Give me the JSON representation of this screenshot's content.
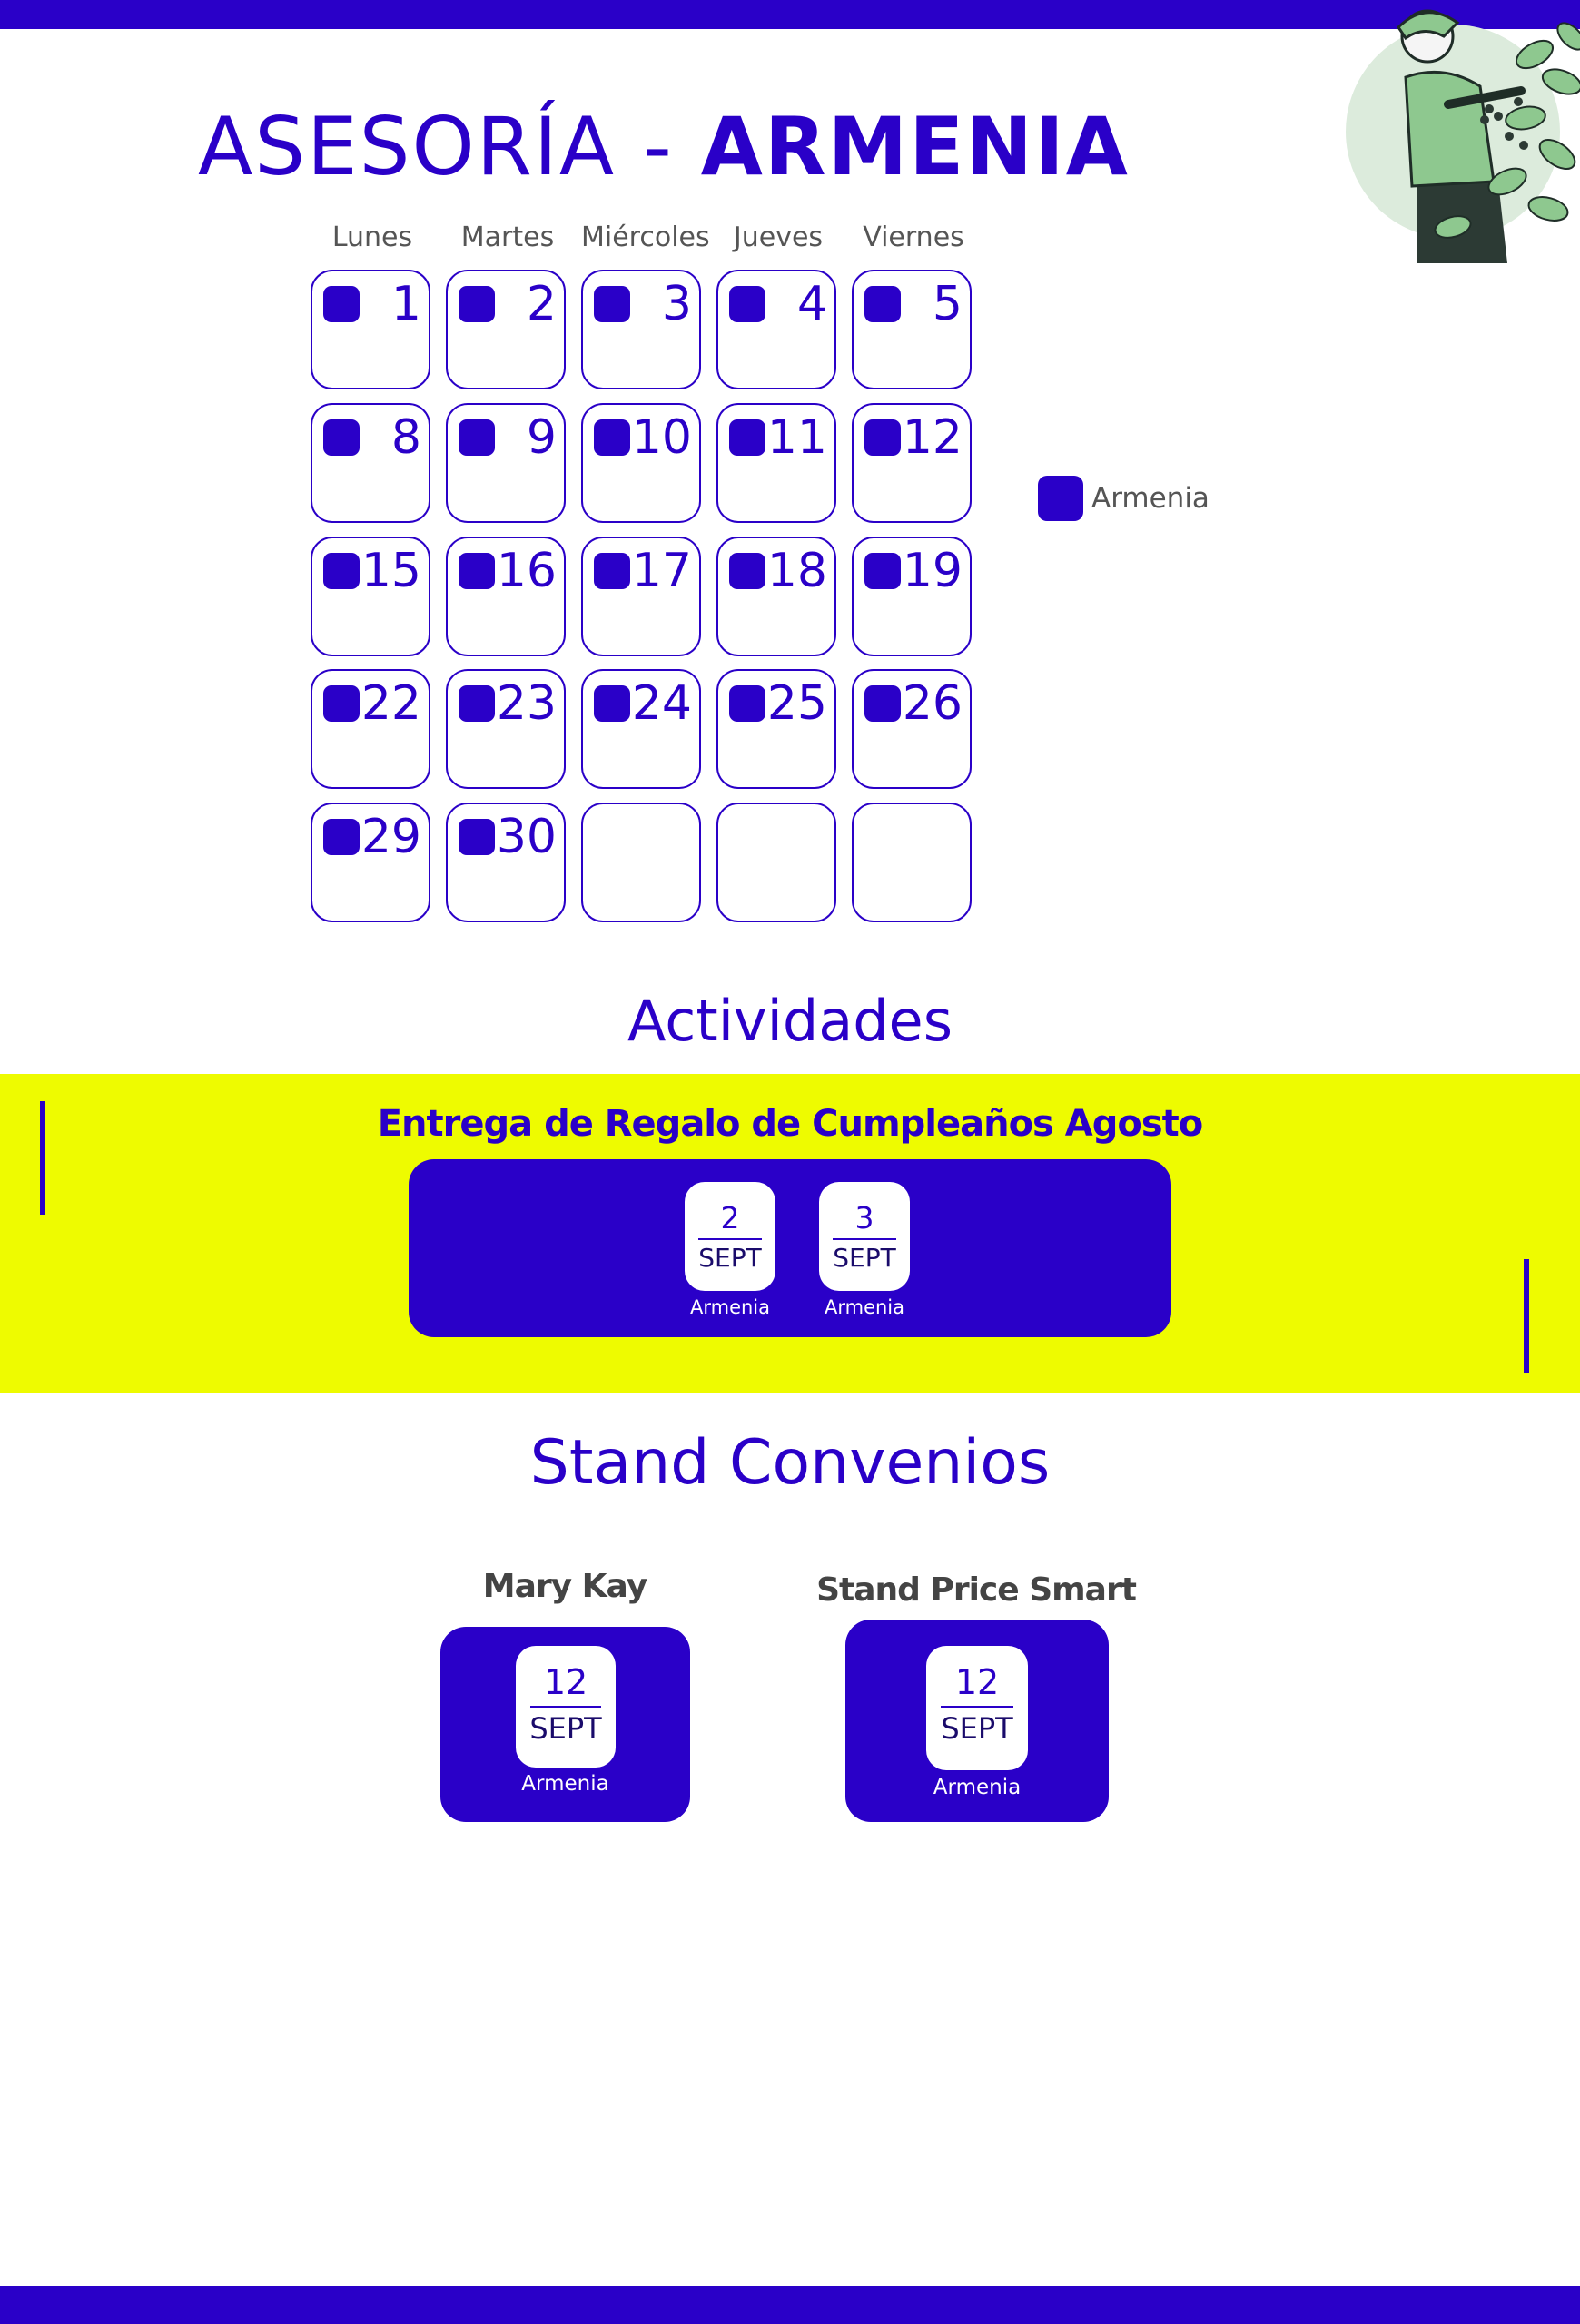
{
  "title": {
    "prefix": "ASESORÍA - ",
    "city": "ARMENIA"
  },
  "calendar": {
    "weekdays": [
      "Lunes",
      "Martes",
      "Miércoles",
      "Jueves",
      "Viernes"
    ],
    "days": [
      "1",
      "2",
      "3",
      "4",
      "5",
      "8",
      "9",
      "10",
      "11",
      "12",
      "15",
      "16",
      "17",
      "18",
      "19",
      "22",
      "23",
      "24",
      "25",
      "26",
      "29",
      "30",
      "",
      "",
      ""
    ],
    "marker_color": "#2a00c8"
  },
  "legend": {
    "label": "Armenia",
    "color": "#2a00c8"
  },
  "activities": {
    "heading": "Actividades",
    "event_title": "Entrega de Regalo de Cumpleaños Agosto",
    "dates": [
      {
        "day": "2",
        "month": "SEPT",
        "location": "Armenia"
      },
      {
        "day": "3",
        "month": "SEPT",
        "location": "Armenia"
      }
    ]
  },
  "stands": {
    "heading": "Stand Convenios",
    "items": [
      {
        "name": "Mary Kay",
        "day": "12",
        "month": "SEPT",
        "location": "Armenia"
      },
      {
        "name": "Stand Price Smart",
        "day": "12",
        "month": "SEPT",
        "location": "Armenia"
      }
    ]
  },
  "colors": {
    "primary": "#2a00c8",
    "accent_band": "#eefb00",
    "muted_text": "#555555"
  },
  "illustration": {
    "icon": "coffee-picker-illustration-icon"
  }
}
